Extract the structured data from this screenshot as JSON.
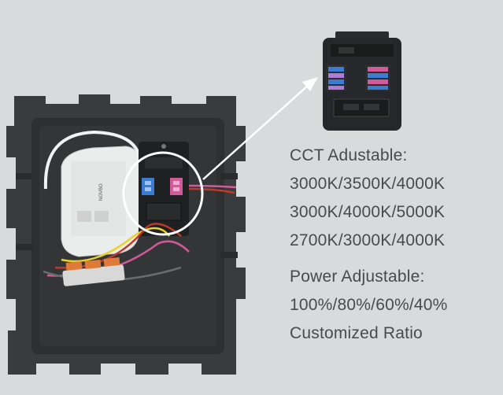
{
  "device_label": "NOVBO",
  "cct": {
    "heading": "CCT Adustable:",
    "options": [
      "3000K/3500K/4000K",
      "3000K/4000K/5000K",
      "2700K/3000K/4000K"
    ]
  },
  "power": {
    "heading": "Power Adjustable:",
    "options": [
      "100%/80%/60%/40%",
      "Customized Ratio"
    ]
  },
  "colors": {
    "background": "#d9dadb",
    "text": "#4a4a4a",
    "housing": "#3a3b3d",
    "connector_blue": "#3b7bd4",
    "connector_pink": "#d35a9a",
    "callout": "#ffffff"
  }
}
